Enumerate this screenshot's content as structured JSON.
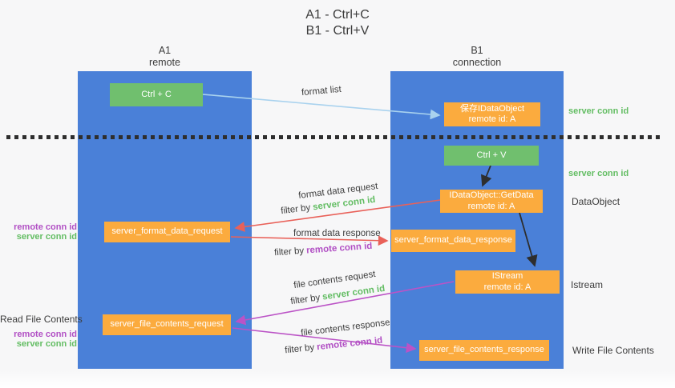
{
  "title": {
    "line1": "A1 - Ctrl+C",
    "line2": "B1 - Ctrl+V"
  },
  "lifelines": [
    {
      "name": "A1",
      "role": "remote"
    },
    {
      "name": "B1",
      "role": "connection"
    }
  ],
  "nodes": {
    "ctrl_c": "Ctrl + C",
    "ctrl_v": "Ctrl + V",
    "save_idataobject": {
      "line1": "保存IDataObject",
      "line2": "remote id: A"
    },
    "getdata": {
      "line1": "IDataObject::GetData",
      "line2": "remote id: A"
    },
    "istream": {
      "line1": "IStream",
      "line2": "remote id: A"
    },
    "format_request": "server_format_data_request",
    "format_response": "server_format_data_response",
    "file_request": "server_file_contents_request",
    "file_response": "server_file_contents_response"
  },
  "arrow_labels": {
    "format_list": "format list",
    "format_data_request": "format data request",
    "filter_by_1": "filter by",
    "filter_val_1": "server conn id",
    "format_data_response": "format data response",
    "filter_by_2": "filter by",
    "filter_val_2": "remote conn id",
    "file_contents_request": "file contents request",
    "filter_by_3": "filter by",
    "filter_val_3": "server conn id",
    "file_contents_response": "file contents response",
    "filter_by_4": "filter by",
    "filter_val_4": "remote conn id"
  },
  "side_labels": {
    "right_server_conn_top": "server conn id",
    "right_server_conn_mid": "server conn id",
    "right_dataobject": "DataObject",
    "right_istream": "Istream",
    "right_write_file": "Write File Contents",
    "left_remote_conn_mid": "remote conn id",
    "left_server_conn_mid": "server conn id",
    "left_read_file": "Read File Contents",
    "left_remote_conn_bottom": "remote conn id",
    "left_server_conn_bottom": "server conn id"
  },
  "colors": {
    "lifeline_blue": "#4a80d8",
    "action_green": "#70bf6e",
    "message_orange": "#fbab3e",
    "arrow_red": "#e96159",
    "arrow_purple": "#bb53c6",
    "arrow_lightblue": "#a9d2ee",
    "arrow_black": "#2e2e2e",
    "text_green": "#63bd63",
    "text_purple": "#b14fc4",
    "text_dark": "#3d3d3d",
    "background": "#f7f7f8"
  }
}
